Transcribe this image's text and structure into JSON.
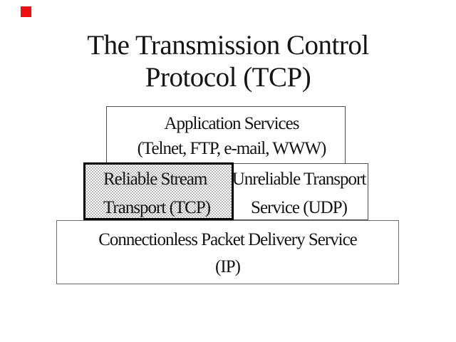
{
  "slide": {
    "title_line1": "The Transmission Control",
    "title_line2": "Protocol (TCP)",
    "decoration": {
      "name": "red-square-bullet",
      "color": "#ee1111"
    },
    "layers": [
      {
        "id": "application",
        "line1": "Application Services",
        "line2": "(Telnet, FTP, e-mail, WWW)"
      },
      {
        "id": "tcp",
        "line1": "Reliable Stream",
        "line2": "Transport (TCP)",
        "fill": "dotted-pattern"
      },
      {
        "id": "udp",
        "line1": "Unreliable Transport",
        "line2": "Service (UDP)"
      },
      {
        "id": "ip",
        "line1": "Connectionless Packet Delivery Service",
        "line2": "(IP)"
      }
    ],
    "colors": {
      "background": "#ffffff",
      "text": "#141414",
      "thin_border": "#4f4f4f",
      "ip_border": "#6b6b6b",
      "tcp_border": "#000000",
      "tcp_dot": "#ababab",
      "accent_red": "#ee1111"
    }
  }
}
